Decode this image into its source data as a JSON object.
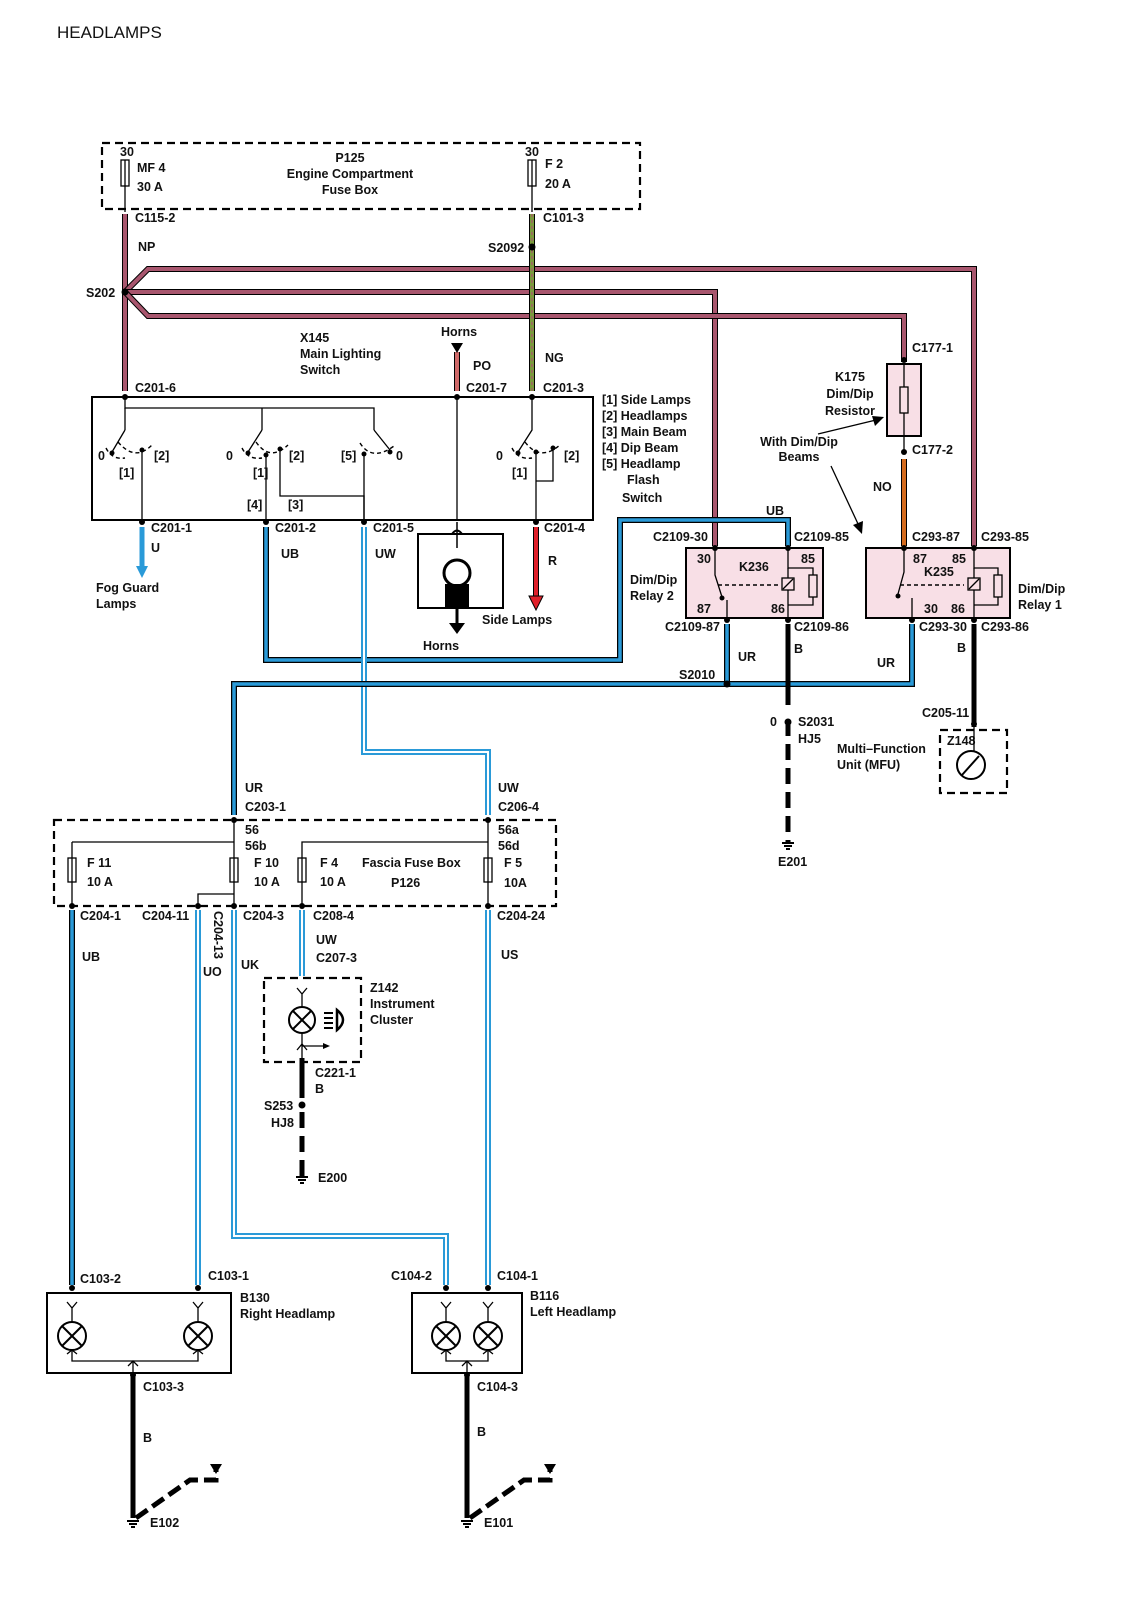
{
  "title": "HEADLAMPS",
  "fuse_box_engine": {
    "label": [
      "P125",
      "Engine Compartment",
      "Fuse Box"
    ],
    "fuse_mf4": {
      "pin": "30",
      "name": "MF 4",
      "rating": "30 A"
    },
    "fuse_f2": {
      "pin": "30",
      "name": "F 2",
      "rating": "20 A"
    }
  },
  "connectors": {
    "c115_2": "C115-2",
    "c101_3": "C101-3",
    "s2092": "S2092",
    "s202": "S202",
    "c201_6": "C201-6",
    "c201_7": "C201-7",
    "c201_3": "C201-3",
    "c201_1": "C201-1",
    "c201_2": "C201-2",
    "c201_5": "C201-5",
    "c201_4": "C201-4",
    "c2109_30": "C2109-30",
    "c2109_85": "C2109-85",
    "c2109_87": "C2109-87",
    "c2109_86": "C2109-86",
    "c293_87": "C293-87",
    "c293_85": "C293-85",
    "c293_30": "C293-30",
    "c293_86": "C293-86",
    "c177_1": "C177-1",
    "c177_2": "C177-2",
    "s2010": "S2010",
    "s2031": "S2031",
    "hj5": "HJ5",
    "c205_11": "C205-11",
    "c203_1": "C203-1",
    "c206_4": "C206-4",
    "c204_1": "C204-1",
    "c204_11": "C204-11",
    "c204_13": "C204-13",
    "c204_3": "C204-3",
    "c208_4": "C208-4",
    "c204_24": "C204-24",
    "c207_3": "C207-3",
    "c221_1": "C221-1",
    "s253": "S253",
    "hj8": "HJ8",
    "e200": "E200",
    "e201": "E201",
    "c103_2": "C103-2",
    "c103_1": "C103-1",
    "c103_3": "C103-3",
    "c104_2": "C104-2",
    "c104_1": "C104-1",
    "c104_3": "C104-3",
    "e102": "E102",
    "e101": "E101",
    "zero": "0"
  },
  "wires": {
    "np": "NP",
    "ng": "NG",
    "po": "PO",
    "u": "U",
    "ub": "UB",
    "uw": "UW",
    "r": "R",
    "ur": "UR",
    "b": "B",
    "no": "NO",
    "uo": "UO",
    "uk": "UK",
    "us": "US"
  },
  "switch": {
    "label": [
      "X145",
      "Main Lighting",
      "Switch"
    ],
    "horns_top": "Horns",
    "legend": [
      "[1]  Side Lamps",
      "[2]  Headlamps",
      "[3]  Main Beam",
      "[4]  Dip Beam",
      "[5]  Headlamp",
      "Flash",
      "Switch"
    ],
    "pos": {
      "zero": "0",
      "one": "[1]",
      "two": "[2]",
      "three": "[3]",
      "four": "[4]",
      "five": "[5]"
    }
  },
  "components": {
    "fog_guard": [
      "Fog Guard",
      "Lamps"
    ],
    "side_lamps": "Side Lamps",
    "horns_bottom": "Horns",
    "k236": "K236",
    "relay2": [
      "Dim/Dip",
      "Relay 2"
    ],
    "k235": "K235",
    "relay1": [
      "Dim/Dip",
      "Relay 1"
    ],
    "k175": [
      "K175",
      "Dim/Dip",
      "Resistor"
    ],
    "with_dimdip": [
      "With Dim/Dip",
      "Beams"
    ],
    "mfu": [
      "Multi–Function",
      "Unit (MFU)"
    ],
    "z148": "Z148",
    "relay_pins": {
      "p30": "30",
      "p85": "85",
      "p87": "87",
      "p86": "86"
    },
    "fascia": {
      "label": [
        "Fascia Fuse Box",
        "P126"
      ],
      "f11": [
        "F 11",
        "10 A"
      ],
      "f10": [
        "F 10",
        "10 A"
      ],
      "f4": [
        "F 4",
        "10 A"
      ],
      "f5": [
        "F 5",
        "10A"
      ],
      "p56": "56",
      "p56b": "56b",
      "p56a": "56a",
      "p56d": "56d"
    },
    "z142": [
      "Z142",
      "Instrument",
      "Cluster"
    ],
    "b130": [
      "B130",
      "Right Headlamp"
    ],
    "b116": [
      "B116",
      "Left Headlamp"
    ]
  },
  "colors": {
    "np": "#a8566e",
    "ng": "#7a9a3c",
    "blue": "#2a9ad8",
    "lightblue": "#66c4ec",
    "red": "#e0202a",
    "orange": "#d46b1e",
    "black": "#000000",
    "relay_fill": "#f8dfe6"
  }
}
